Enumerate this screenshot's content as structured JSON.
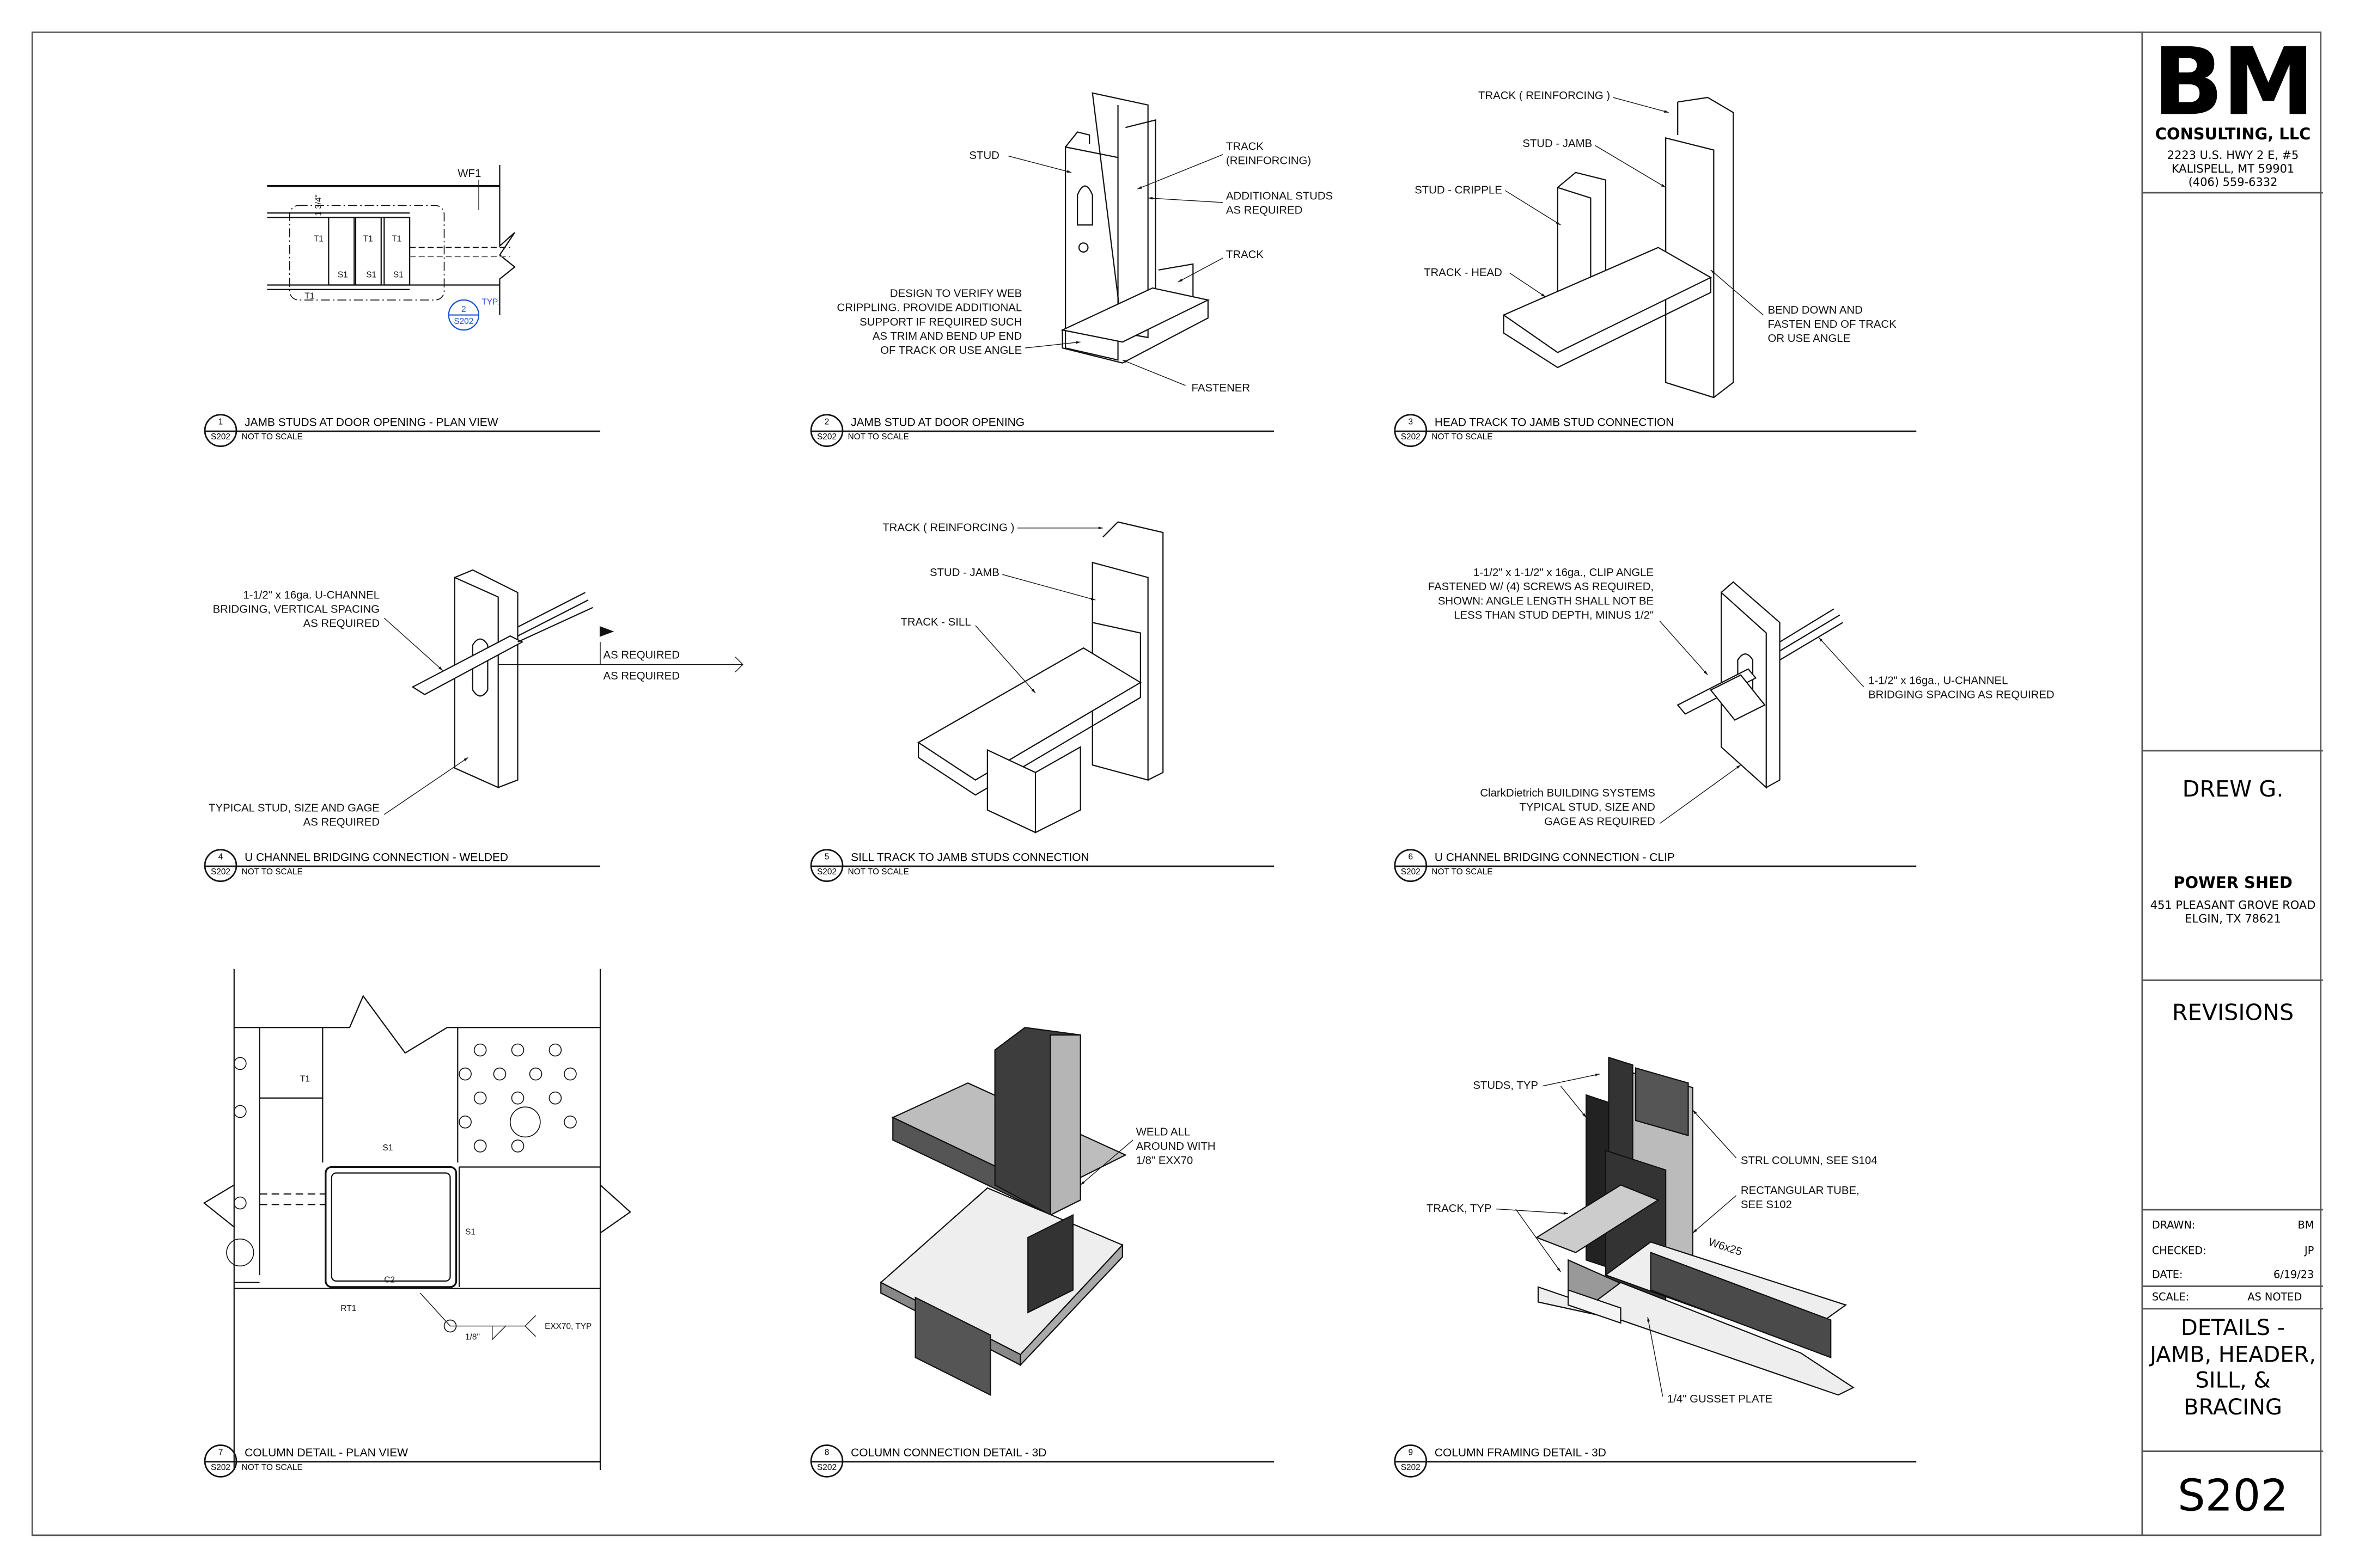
{
  "title_block": {
    "logo": "BM",
    "company": "CONSULTING, LLC",
    "company_address": [
      "2223 U.S. HWY 2 E, #5",
      "KALISPELL, MT 59901",
      "(406) 559-6332"
    ],
    "client": "DREW G.",
    "project": "POWER SHED",
    "project_address": [
      "451 PLEASANT GROVE ROAD",
      "ELGIN, TX 78621"
    ],
    "revisions": "REVISIONS",
    "drawn_label": "DRAWN:",
    "drawn": "BM",
    "checked_label": "CHECKED:",
    "checked": "JP",
    "date_label": "DATE:",
    "date": "6/19/23",
    "scale_label": "SCALE:",
    "scale": "AS NOTED",
    "sheet_title": [
      "DETAILS -",
      "JAMB, HEADER,",
      "SILL, &",
      "BRACING"
    ],
    "sheet_number": "S202"
  },
  "details": [
    {
      "num": "1",
      "sheet": "S202",
      "title": "JAMB STUDS AT DOOR OPENING - PLAN VIEW",
      "scale": "NOT TO SCALE"
    },
    {
      "num": "2",
      "sheet": "S202",
      "title": "JAMB STUD AT DOOR OPENING",
      "scale": "NOT TO SCALE"
    },
    {
      "num": "3",
      "sheet": "S202",
      "title": "HEAD TRACK TO JAMB STUD CONNECTION",
      "scale": "NOT TO SCALE"
    },
    {
      "num": "4",
      "sheet": "S202",
      "title": "U CHANNEL BRIDGING CONNECTION - WELDED",
      "scale": "NOT TO SCALE"
    },
    {
      "num": "5",
      "sheet": "S202",
      "title": "SILL TRACK TO JAMB STUDS CONNECTION",
      "scale": "NOT TO SCALE"
    },
    {
      "num": "6",
      "sheet": "S202",
      "title": "U CHANNEL BRIDGING CONNECTION - CLIP",
      "scale": "NOT TO SCALE"
    },
    {
      "num": "7",
      "sheet": "S202",
      "title": "COLUMN DETAIL - PLAN VIEW",
      "scale": "NOT TO SCALE"
    },
    {
      "num": "8",
      "sheet": "S202",
      "title": "COLUMN CONNECTION DETAIL - 3D",
      "scale": ""
    },
    {
      "num": "9",
      "sheet": "S202",
      "title": "COLUMN FRAMING DETAIL - 3D",
      "scale": ""
    }
  ],
  "d1": {
    "wf1": "WF1",
    "dim": "1 3/4\"",
    "t1": "T1",
    "s1": "S1",
    "ref_num": "2",
    "ref_sheet": "S202",
    "typ": "TYP.",
    "ref_color": "#1a4fd6"
  },
  "d2": {
    "stud": "STUD",
    "track_reinf": [
      "TRACK",
      "(REINFORCING)"
    ],
    "additional": [
      "ADDITIONAL STUDS",
      "AS REQUIRED"
    ],
    "track": "TRACK",
    "design_note": [
      "DESIGN TO VERIFY WEB",
      "CRIPPLING. PROVIDE ADDITIONAL",
      "SUPPORT IF REQUIRED SUCH",
      "AS TRIM AND BEND UP END",
      "OF TRACK OR USE ANGLE"
    ],
    "fastener": "FASTENER"
  },
  "d3": {
    "track_reinf": "TRACK ( REINFORCING )",
    "stud_jamb": "STUD - JAMB",
    "stud_cripple": "STUD - CRIPPLE",
    "track_head": "TRACK - HEAD",
    "bend": [
      "BEND DOWN AND",
      "FASTEN END OF TRACK",
      "OR USE ANGLE"
    ]
  },
  "d4": {
    "uchannel": [
      "1-1/2\" x 16ga. U-CHANNEL",
      "BRIDGING, VERTICAL SPACING",
      "AS REQUIRED"
    ],
    "as_req_1": "AS REQUIRED",
    "as_req_2": "AS REQUIRED",
    "stud": [
      "TYPICAL STUD, SIZE AND GAGE",
      "AS REQUIRED"
    ]
  },
  "d5": {
    "track_reinf": "TRACK ( REINFORCING )",
    "stud_jamb": "STUD - JAMB",
    "track_sill": "TRACK - SILL"
  },
  "d6": {
    "clip": [
      "1-1/2\" x 1-1/2\" x 16ga., CLIP ANGLE",
      "FASTENED W/ (4) SCREWS AS REQUIRED,",
      "SHOWN: ANGLE LENGTH SHALL NOT BE",
      "LESS THAN STUD DEPTH, MINUS 1/2\""
    ],
    "uchannel": [
      "1-1/2\" x 16ga., U-CHANNEL",
      "BRIDGING SPACING AS REQUIRED"
    ],
    "stud": [
      "ClarkDietrich BUILDING SYSTEMS",
      "TYPICAL STUD, SIZE AND",
      "GAGE AS REQUIRED"
    ]
  },
  "d7": {
    "t1": "T1",
    "s1_top": "S1",
    "s1_right": "S1",
    "c2": "C2",
    "rt1": "RT1",
    "weld_size": "1/8\"",
    "weld": "EXX70, TYP"
  },
  "d8": {
    "weld": [
      "WELD ALL",
      "AROUND WITH",
      "1/8\" EXX70"
    ]
  },
  "d9": {
    "studs": "STUDS, TYP",
    "track": "TRACK, TYP",
    "column": "STRL COLUMN, SEE S104",
    "tube": [
      "RECTANGULAR TUBE,",
      "SEE S102"
    ],
    "beam": "W6x25",
    "gusset": "1/4\" GUSSET PLATE"
  }
}
